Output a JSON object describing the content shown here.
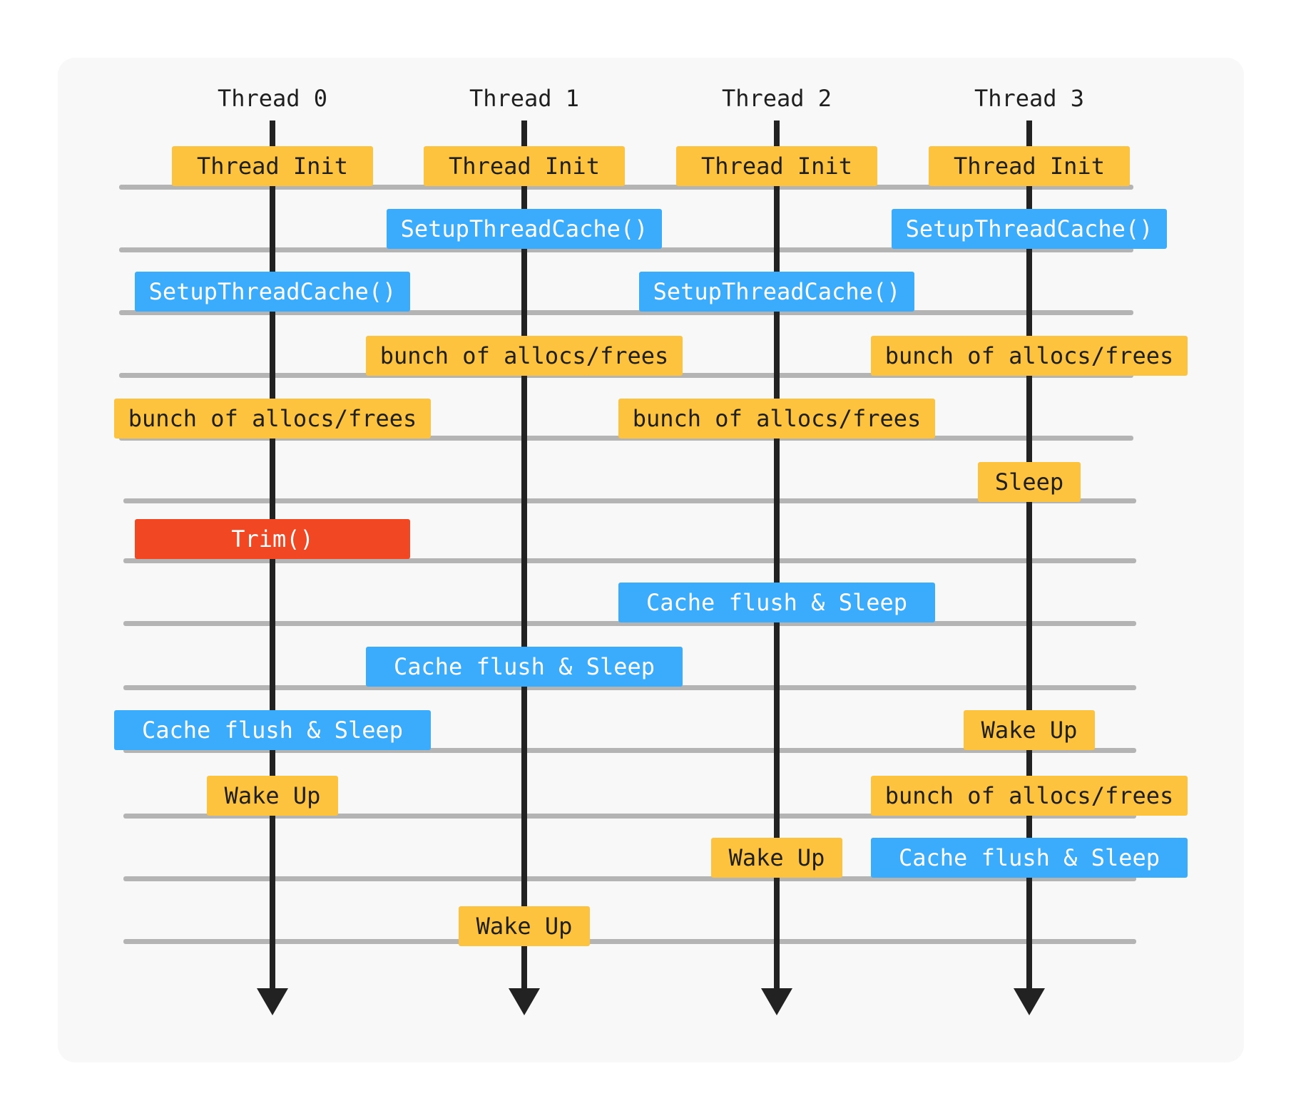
{
  "colors": {
    "init_or_work": "#fdc23e",
    "cache_op": "#3aacfb",
    "trim": "#f14823",
    "timeline": "#222222",
    "row_divider": "#b4b4b4",
    "panel_background": "#f8f8f8"
  },
  "threads": [
    {
      "label": "Thread 0"
    },
    {
      "label": "Thread 1"
    },
    {
      "label": "Thread 2"
    },
    {
      "label": "Thread 3"
    }
  ],
  "events": [
    {
      "label": "Thread Init",
      "thread": 0,
      "row": 0,
      "color": "yellow"
    },
    {
      "label": "Thread Init",
      "thread": 1,
      "row": 0,
      "color": "yellow"
    },
    {
      "label": "Thread Init",
      "thread": 2,
      "row": 0,
      "color": "yellow"
    },
    {
      "label": "Thread Init",
      "thread": 3,
      "row": 0,
      "color": "yellow"
    },
    {
      "label": "SetupThreadCache()",
      "thread": 1,
      "row": 1,
      "color": "blue"
    },
    {
      "label": "SetupThreadCache()",
      "thread": 3,
      "row": 1,
      "color": "blue"
    },
    {
      "label": "SetupThreadCache()",
      "thread": 0,
      "row": 2,
      "color": "blue"
    },
    {
      "label": "SetupThreadCache()",
      "thread": 2,
      "row": 2,
      "color": "blue"
    },
    {
      "label": "bunch of allocs/frees",
      "thread": 1,
      "row": 3,
      "color": "yellow"
    },
    {
      "label": "bunch of allocs/frees",
      "thread": 3,
      "row": 3,
      "color": "yellow"
    },
    {
      "label": "bunch of allocs/frees",
      "thread": 0,
      "row": 4,
      "color": "yellow"
    },
    {
      "label": "bunch of allocs/frees",
      "thread": 2,
      "row": 4,
      "color": "yellow"
    },
    {
      "label": "Sleep",
      "thread": 3,
      "row": 5,
      "color": "yellow"
    },
    {
      "label": "Trim()",
      "thread": 0,
      "row": 6,
      "color": "red"
    },
    {
      "label": "Cache flush & Sleep",
      "thread": 2,
      "row": 7,
      "color": "blue"
    },
    {
      "label": "Cache flush & Sleep",
      "thread": 1,
      "row": 8,
      "color": "blue"
    },
    {
      "label": "Cache flush & Sleep",
      "thread": 0,
      "row": 9,
      "color": "blue"
    },
    {
      "label": "Wake Up",
      "thread": 3,
      "row": 9,
      "color": "yellow"
    },
    {
      "label": "Wake Up",
      "thread": 0,
      "row": 10,
      "color": "yellow"
    },
    {
      "label": "bunch of allocs/frees",
      "thread": 3,
      "row": 10,
      "color": "yellow"
    },
    {
      "label": "Wake Up",
      "thread": 2,
      "row": 11,
      "color": "yellow"
    },
    {
      "label": "Cache flush & Sleep",
      "thread": 3,
      "row": 11,
      "color": "blue"
    },
    {
      "label": "Wake Up",
      "thread": 1,
      "row": 12,
      "color": "yellow"
    }
  ]
}
